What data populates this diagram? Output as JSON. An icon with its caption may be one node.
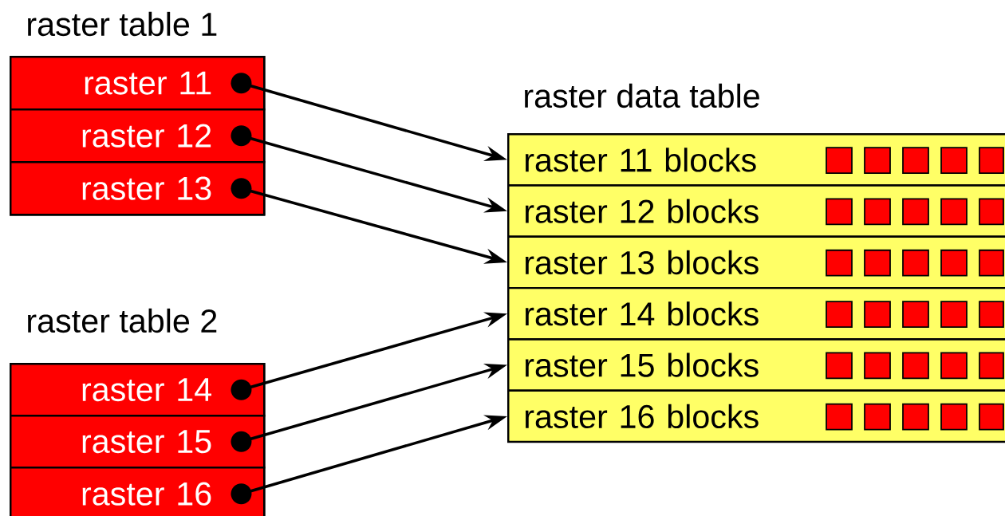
{
  "diagram": {
    "nodes": [
      {
        "text": [
          "raster table 1"
        ]
      },
      {
        "text": [
          "raster 11"
        ],
        "in": 0
      },
      {
        "text": [
          "raster 12"
        ],
        "in": 0
      },
      {
        "text": [
          "raster 13"
        ],
        "in": 0
      },
      {
        "text": [
          "raster table 2"
        ]
      },
      {
        "text": [
          "raster 14"
        ],
        "in": 4
      },
      {
        "text": [
          "raster 15"
        ],
        "in": 4
      },
      {
        "text": [
          "raster 16"
        ],
        "in": 4
      },
      {
        "text": [
          "raster data table"
        ]
      },
      {
        "text": [
          "raster 11 blocks"
        ],
        "in": 8
      },
      {
        "text": [
          "raster 12 blocks"
        ],
        "in": 8
      },
      {
        "text": [
          "raster 13 blocks"
        ],
        "in": 8
      },
      {
        "text": [
          "raster 14 blocks"
        ],
        "in": 8
      },
      {
        "text": [
          "raster 15 blocks"
        ],
        "in": 8
      },
      {
        "text": [
          "raster 16 blocks"
        ],
        "in": 8
      }
    ],
    "edges": [
      {
        "from": 1,
        "to": 9,
        "arrow": "to"
      },
      {
        "from": 2,
        "to": 10,
        "arrow": "to"
      },
      {
        "from": 3,
        "to": 11,
        "arrow": "to"
      },
      {
        "from": 5,
        "to": 12,
        "arrow": "to"
      },
      {
        "from": 6,
        "to": 13,
        "arrow": "to"
      },
      {
        "from": 7,
        "to": 14,
        "arrow": "to"
      }
    ]
  }
}
